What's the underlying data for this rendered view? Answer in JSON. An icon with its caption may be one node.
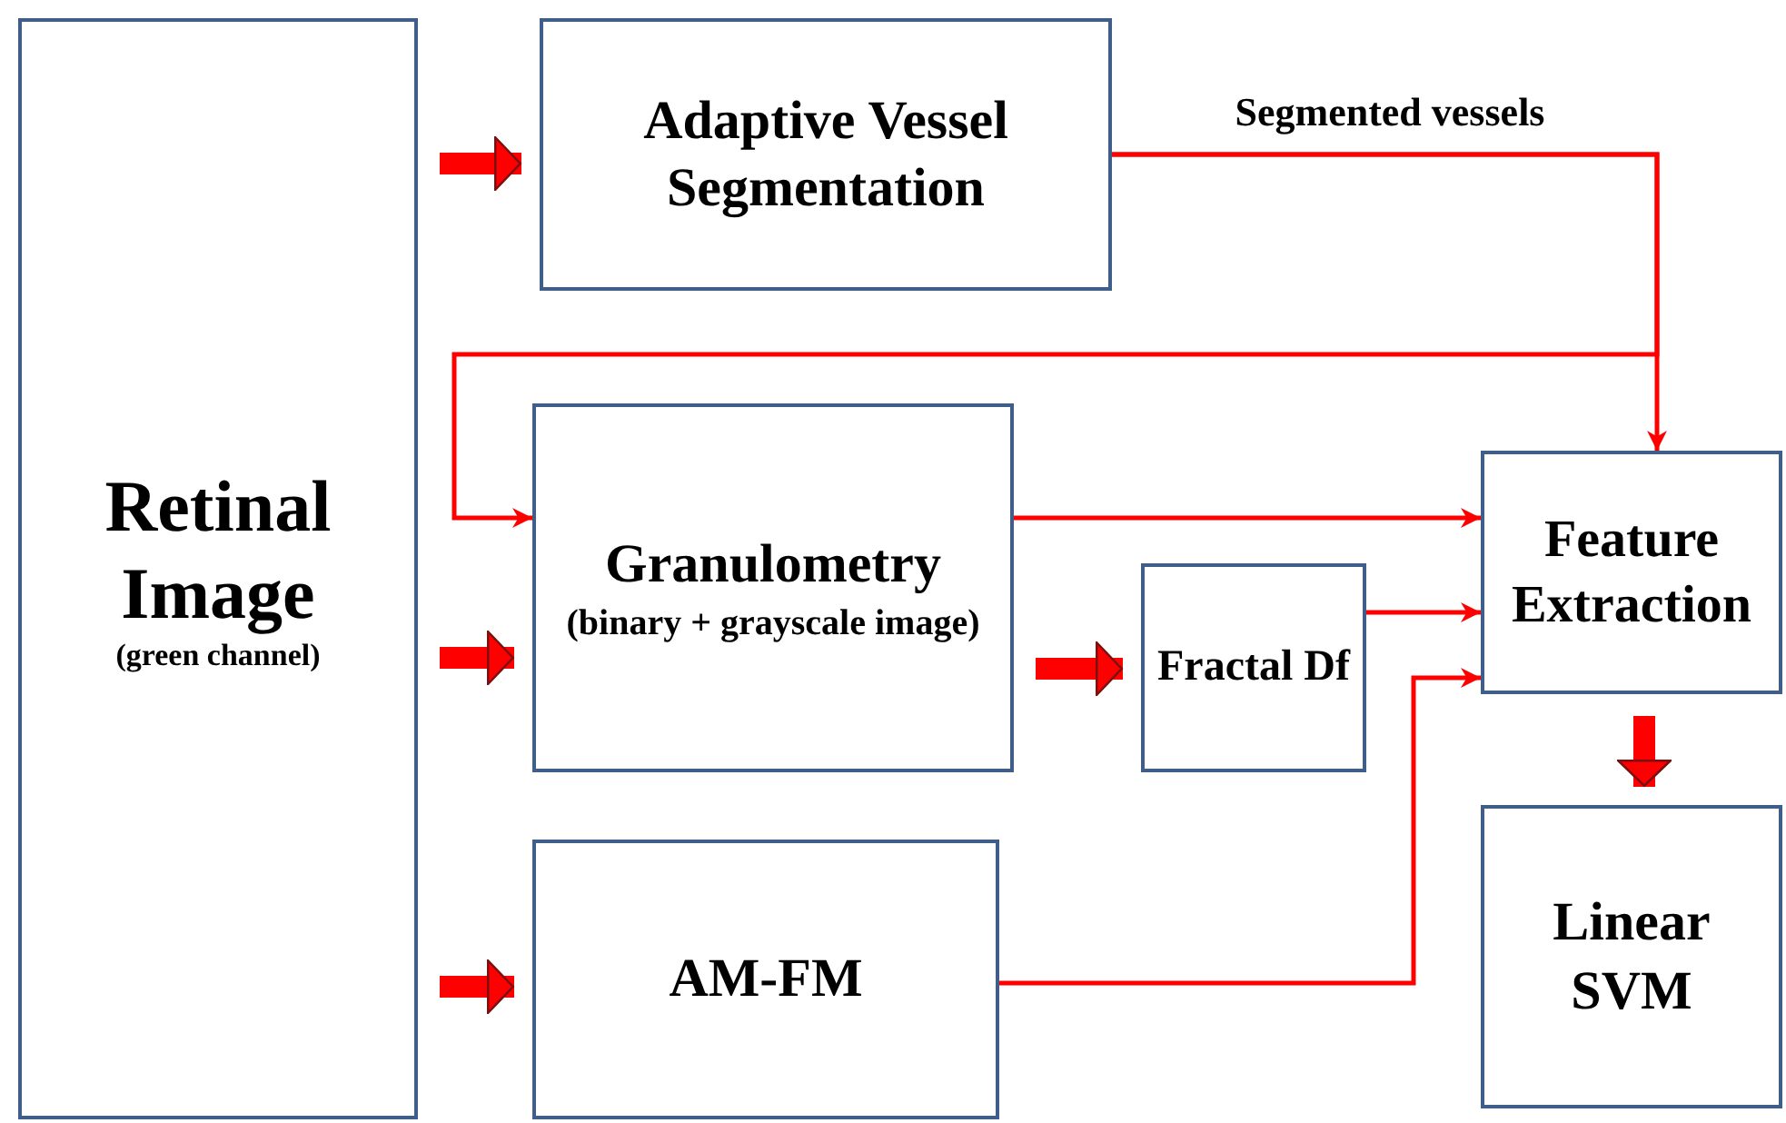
{
  "diagram": {
    "nodes": [
      {
        "text": [
          "Retinal Image",
          "(green channel)"
        ]
      },
      {
        "text": [
          "Adaptive Vessel Segmentation"
        ]
      },
      {
        "text": [
          "Granulometry",
          "(binary + grayscale image)"
        ]
      },
      {
        "text": [
          "Fractal Df"
        ]
      },
      {
        "text": [
          "Feature Extraction"
        ]
      },
      {
        "text": [
          "AM-FM"
        ]
      },
      {
        "text": [
          "Linear SVM"
        ]
      }
    ],
    "edges": [
      {
        "from": 0,
        "to": 1,
        "arrow": "to",
        "style": "thick"
      },
      {
        "from": 0,
        "to": 2,
        "arrow": "to",
        "style": "thick"
      },
      {
        "from": 0,
        "to": 5,
        "arrow": "to",
        "style": "thick"
      },
      {
        "from": 2,
        "to": 3,
        "arrow": "to",
        "style": "thick"
      },
      {
        "from": 4,
        "to": 6,
        "arrow": "to",
        "style": "thick"
      },
      {
        "from": 1,
        "to": 4,
        "arrow": "to",
        "label": "Segmented vessels"
      },
      {
        "from": 1,
        "to": 2,
        "arrow": "to"
      },
      {
        "from": 2,
        "to": 4,
        "arrow": "to"
      },
      {
        "from": 3,
        "to": 4,
        "arrow": "to"
      },
      {
        "from": 5,
        "to": 4,
        "arrow": "to"
      }
    ]
  }
}
